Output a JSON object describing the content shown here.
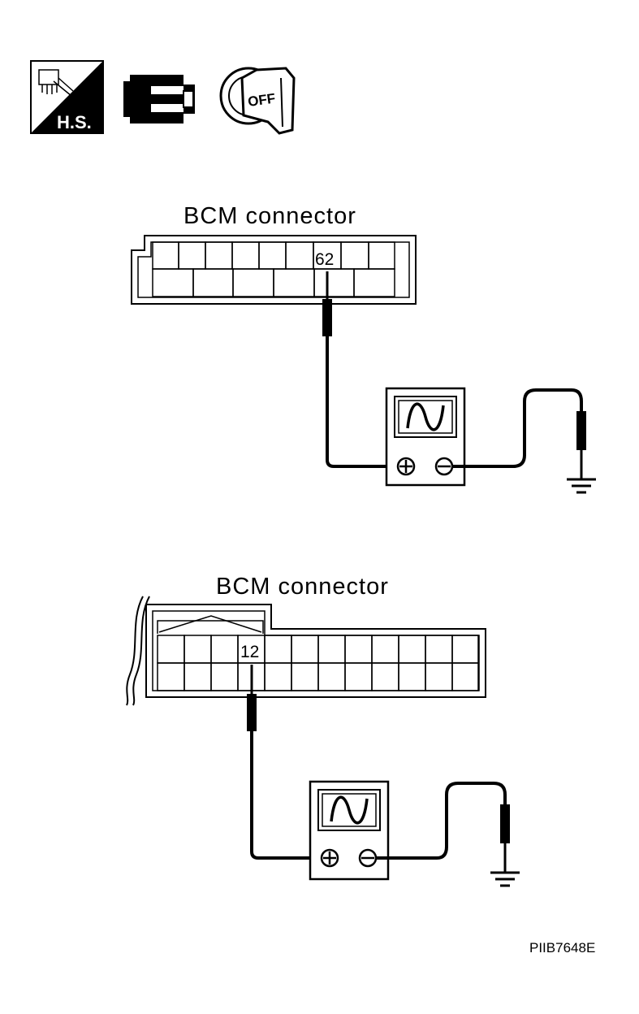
{
  "header_icons": {
    "hs_label": "H.S.",
    "key_label": "OFF"
  },
  "diagrams": [
    {
      "title": "BCM connector",
      "pin_label": "62"
    },
    {
      "title": "BCM connector",
      "pin_label": "12"
    }
  ],
  "figure_code": "PIIB7648E",
  "colors": {
    "line": "#000000",
    "background": "#ffffff"
  }
}
